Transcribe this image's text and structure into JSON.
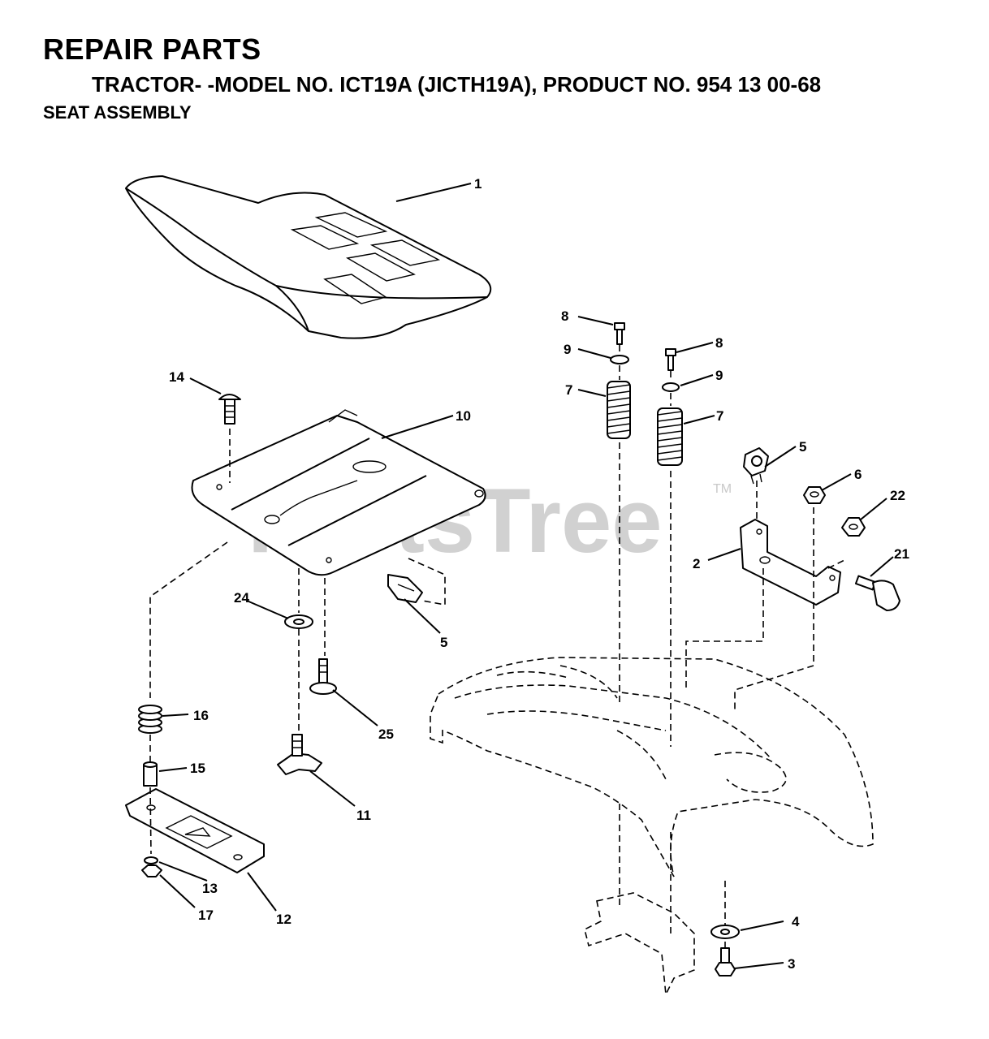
{
  "header": {
    "title": "REPAIR PARTS",
    "subtitle": "TRACTOR- -MODEL NO. ICT19A (JICTH19A), PRODUCT NO. 954 13  00-68",
    "section": "SEAT ASSEMBLY"
  },
  "watermark": {
    "text": "PartsTree",
    "trademark": "TM"
  },
  "callouts": [
    {
      "id": "c1",
      "label": "1"
    },
    {
      "id": "c8a",
      "label": "8"
    },
    {
      "id": "c9a",
      "label": "9"
    },
    {
      "id": "c7a",
      "label": "7"
    },
    {
      "id": "c8b",
      "label": "8"
    },
    {
      "id": "c9b",
      "label": "9"
    },
    {
      "id": "c7b",
      "label": "7"
    },
    {
      "id": "c14",
      "label": "14"
    },
    {
      "id": "c10",
      "label": "10"
    },
    {
      "id": "c5a",
      "label": "5"
    },
    {
      "id": "c6",
      "label": "6"
    },
    {
      "id": "c22",
      "label": "22"
    },
    {
      "id": "c2",
      "label": "2"
    },
    {
      "id": "c21",
      "label": "21"
    },
    {
      "id": "c24",
      "label": "24"
    },
    {
      "id": "c5b",
      "label": "5"
    },
    {
      "id": "c16",
      "label": "16"
    },
    {
      "id": "c25",
      "label": "25"
    },
    {
      "id": "c15",
      "label": "15"
    },
    {
      "id": "c11",
      "label": "11"
    },
    {
      "id": "c13",
      "label": "13"
    },
    {
      "id": "c17",
      "label": "17"
    },
    {
      "id": "c12",
      "label": "12"
    },
    {
      "id": "c4",
      "label": "4"
    },
    {
      "id": "c3",
      "label": "3"
    }
  ]
}
